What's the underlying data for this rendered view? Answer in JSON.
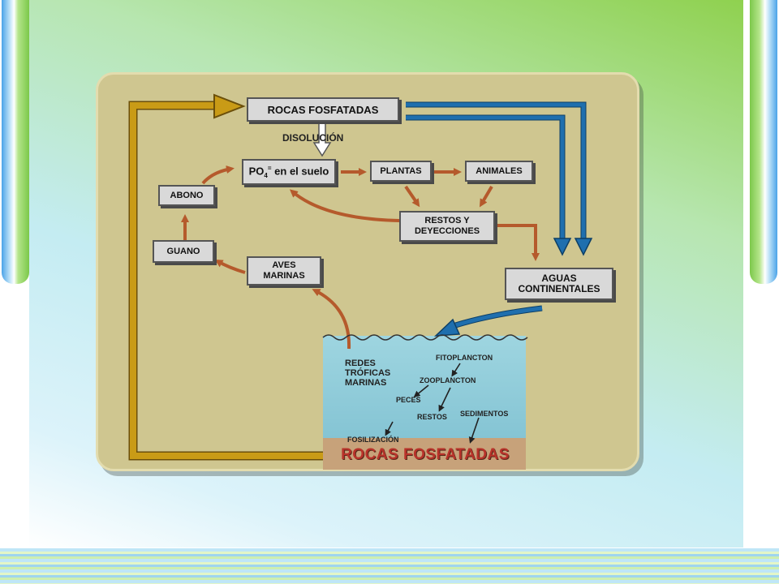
{
  "colors": {
    "panel": "#cfc690",
    "box": "#d9d9d9",
    "gold_arrow": "#c99b16",
    "blue_arrow": "#1f6fae",
    "brown_arrow": "#b55a2c",
    "rock_text": "#b8322a"
  },
  "nodes": {
    "rocas_top": "ROCAS FOSFATADAS",
    "disolucion": "DISOLUCIÓN",
    "po4_main": "PO",
    "po4_sub": "4",
    "po4_sup": "=",
    "po4_rest": " en el suelo",
    "plantas": "PLANTAS",
    "animales": "ANIMALES",
    "abono": "ABONO",
    "restos_line1": "RESTOS Y",
    "restos_line2": "DEYECCIONES",
    "guano": "GUANO",
    "aves_line1": "AVES",
    "aves_line2": "MARINAS",
    "aguas_line1": "AGUAS",
    "aguas_line2": "CONTINENTALES"
  },
  "sea": {
    "redes_line1": "REDES",
    "redes_line2": "TRÓFICAS",
    "redes_line3": "MARINAS",
    "fitoplancton": "FITOPLANCTON",
    "zooplancton": "ZOOPLANCTON",
    "peces": "PECES",
    "restos": "RESTOS",
    "sedimentos": "SEDIMENTOS",
    "fosilizacion": "FOSILIZACIÓN",
    "rocas_bottom": "ROCAS FOSFATADAS"
  }
}
